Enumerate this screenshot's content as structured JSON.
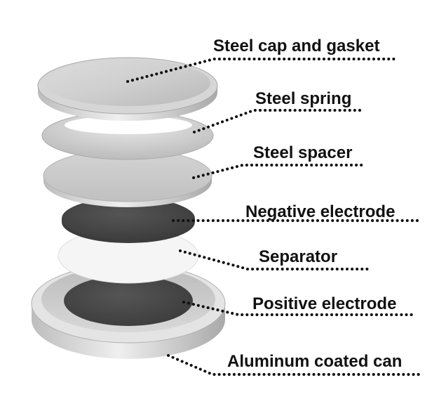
{
  "labels": {
    "cap": "Steel cap and gasket",
    "spring": "Steel spring",
    "spacer": "Steel spacer",
    "negative": "Negative electrode",
    "separator": "Separator",
    "positive": "Positive electrode",
    "can": "Aluminum coated can"
  },
  "colors": {
    "background": "#ffffff",
    "text": "#111111",
    "metal_light": "#e2e2e2",
    "metal_mid": "#c6c6c6",
    "metal_dark": "#9a9a9a",
    "electrode": "#4a4a4a",
    "separator": "#f6f6f6"
  }
}
